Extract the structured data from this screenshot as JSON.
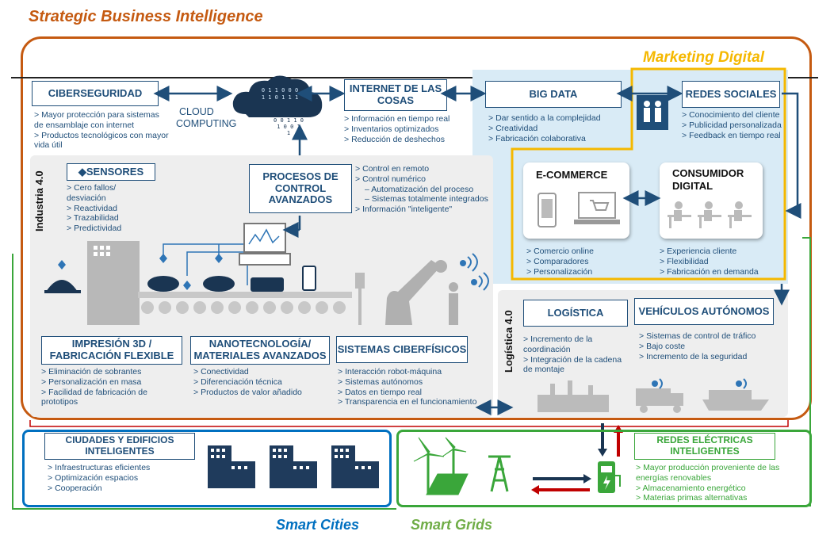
{
  "title": "Strategic Business Intelligence",
  "marketing_title": "Marketing Digital",
  "smart_cities_title": "Smart Cities",
  "smart_grids_title": "Smart Grids",
  "cloud": {
    "label_line1": "CLOUD",
    "label_line2": "COMPUTING",
    "binary": [
      "0 1 1 0 0 0",
      "1 1 0 1 1 1",
      "0 0 1 1 0",
      "1 0 0 1",
      "1"
    ]
  },
  "ciberseguridad": {
    "title": "CIBERSEGURIDAD",
    "items": [
      "Mayor protección para sistemas de ensamblaje con internet",
      "Productos tecnológicos con mayor vida útil"
    ]
  },
  "iot": {
    "title_line1": "INTERNET DE LAS",
    "title_line2": "COSAS",
    "items": [
      "Información en tiempo real",
      "Inventarios optimizados",
      "Reducción de deshechos"
    ]
  },
  "big_data": {
    "title": "BIG DATA",
    "items": [
      "Dar sentido a la complejidad",
      "Creatividad",
      "Fabricación colaborativa"
    ]
  },
  "redes_sociales": {
    "title": "REDES SOCIALES",
    "items": [
      "Conocimiento del cliente",
      "Publicidad personalizada",
      "Feedback en tiempo real"
    ]
  },
  "industria": {
    "label": "Industria 4.0"
  },
  "sensores": {
    "title": "◆SENSORES",
    "items": [
      "Cero fallos/ desviación",
      "Reactividad",
      "Trazabilidad",
      "Predictividad"
    ]
  },
  "procesos": {
    "title_line1": "PROCESOS DE",
    "title_line2": "CONTROL",
    "title_line3": "AVANZADOS",
    "items": [
      "Control en remoto",
      "Control numérico"
    ],
    "sub_items": [
      "Automatización del proceso",
      "Sistemas totalmente integrados"
    ],
    "items2": [
      "Información \"inteligente\""
    ]
  },
  "ecommerce": {
    "title": "E-COMMERCE",
    "items": [
      "Comercio online",
      "Comparadores",
      "Personalización"
    ]
  },
  "consumidor": {
    "title_line1": "CONSUMIDOR",
    "title_line2": "DIGITAL",
    "items": [
      "Experiencia cliente",
      "Flexibilidad",
      "Fabricación en demanda"
    ]
  },
  "impresion": {
    "title_line1": "IMPRESIÓN  3D /",
    "title_line2": "FABRICACIÓN FLEXIBLE",
    "items": [
      "Eliminación de sobrantes",
      "Personalización en masa",
      "Facilidad de fabricación de prototipos"
    ]
  },
  "nano": {
    "title_line1": "NANOTECNOLOGÍA/",
    "title_line2": "MATERIALES AVANZADOS",
    "items": [
      "Conectividad",
      "Diferenciación técnica",
      "Productos de valor añadido"
    ]
  },
  "ciberfisicos": {
    "title": "SISTEMAS CIBERFÍSICOS",
    "items": [
      "Interacción robot-máquina",
      "Sistemas autónomos",
      "Datos en tiempo real",
      "Transparencia en el funcionamiento"
    ]
  },
  "logistica_panel": {
    "label": "Logística 4.0"
  },
  "logistica": {
    "title": "LOGÍSTICA",
    "items": [
      "Incremento de la coordinación",
      "Integración de la cadena de montaje"
    ]
  },
  "vehiculos": {
    "title": "VEHÍCULOS AUTÓNOMOS",
    "items": [
      "Sistemas de control de tráfico",
      "Bajo coste",
      "Incremento de la seguridad"
    ]
  },
  "ciudades": {
    "title_line1": "CIUDADES Y EDIFICIOS",
    "title_line2": "INTELIGENTES",
    "items": [
      "Infraestructuras eficientes",
      "Optimización espacios",
      "Cooperación"
    ]
  },
  "redes_electricas": {
    "title_line1": "REDES ELÉCTRICAS",
    "title_line2": "INTELIGENTES",
    "items": [
      "Mayor producción proveniente de las energías renovables",
      "Almacenamiento energético",
      "Materias primas alternativas"
    ]
  },
  "colors": {
    "orange": "#c55a11",
    "gold": "#f5b800",
    "blue": "#0070c0",
    "green": "#3aa63a",
    "navy": "#1f4e79",
    "dark": "#1a3552"
  }
}
